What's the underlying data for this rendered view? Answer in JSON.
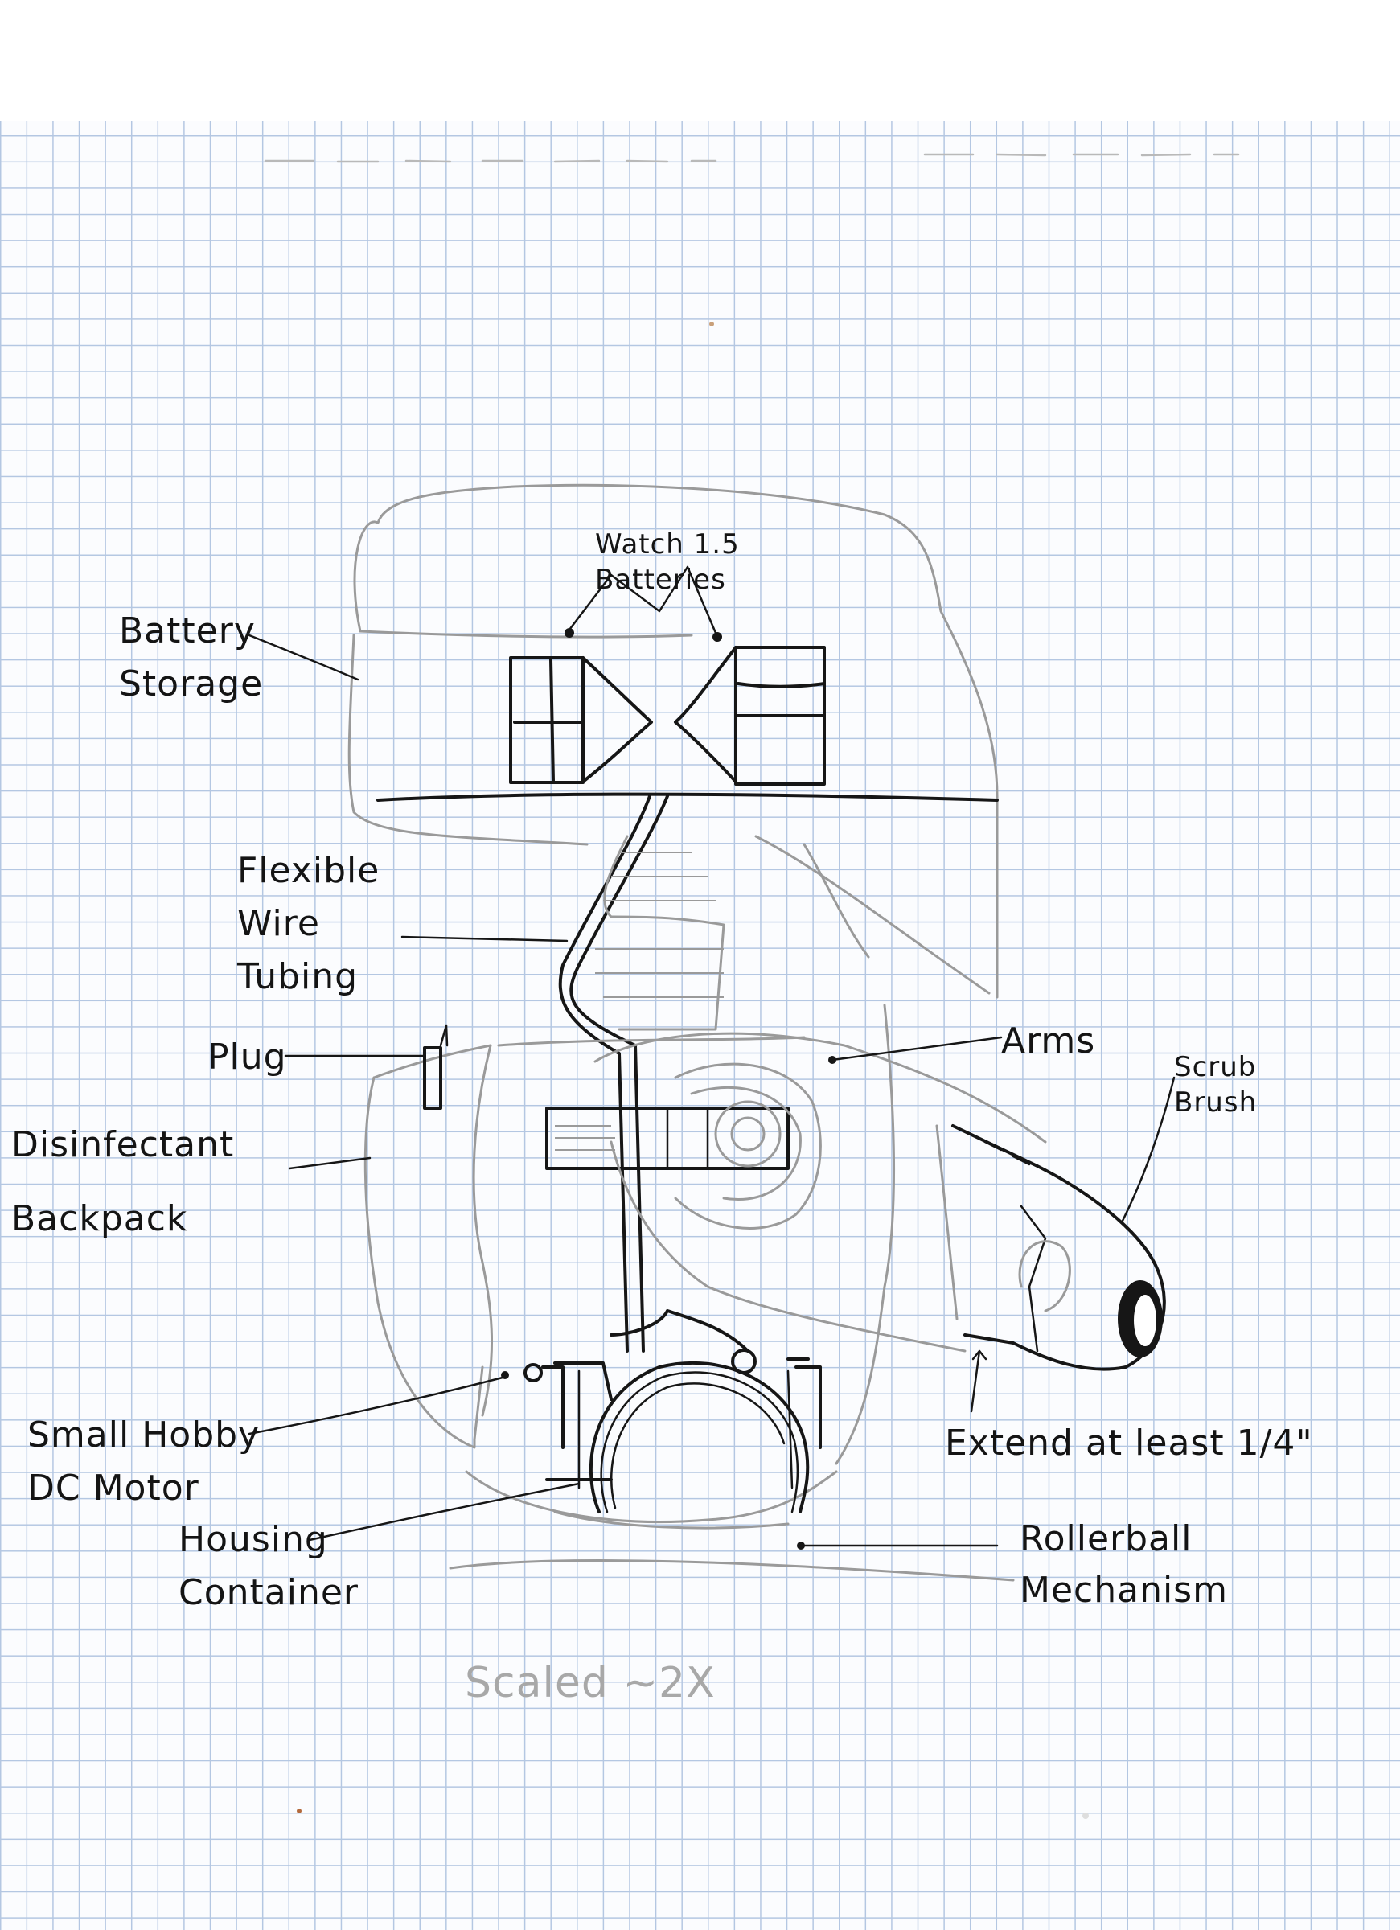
{
  "labels": {
    "watch_batteries": "Watch 1.5\nBatteries",
    "battery_storage": "Battery\nStorage",
    "flexible_wire_tubing": "Flexible\nWire\nTubing",
    "plug": "Plug",
    "arms": "Arms",
    "scrub_brush": "Scrub\nBrush",
    "disinfectant_backpack": "Disinfectant\nBackpack",
    "small_hobby_dc_motor": "Small Hobby\nDC Motor",
    "housing_container": "Housing\nContainer",
    "rollerball_mechanism": "Rollerball\nMechanism",
    "extend": "Extend at least 1/4\"",
    "scaled": "Scaled ~2X"
  },
  "colors": {
    "ink": "#161616",
    "pencil": "#9a9a9a",
    "grid": "#b4c7e2"
  }
}
